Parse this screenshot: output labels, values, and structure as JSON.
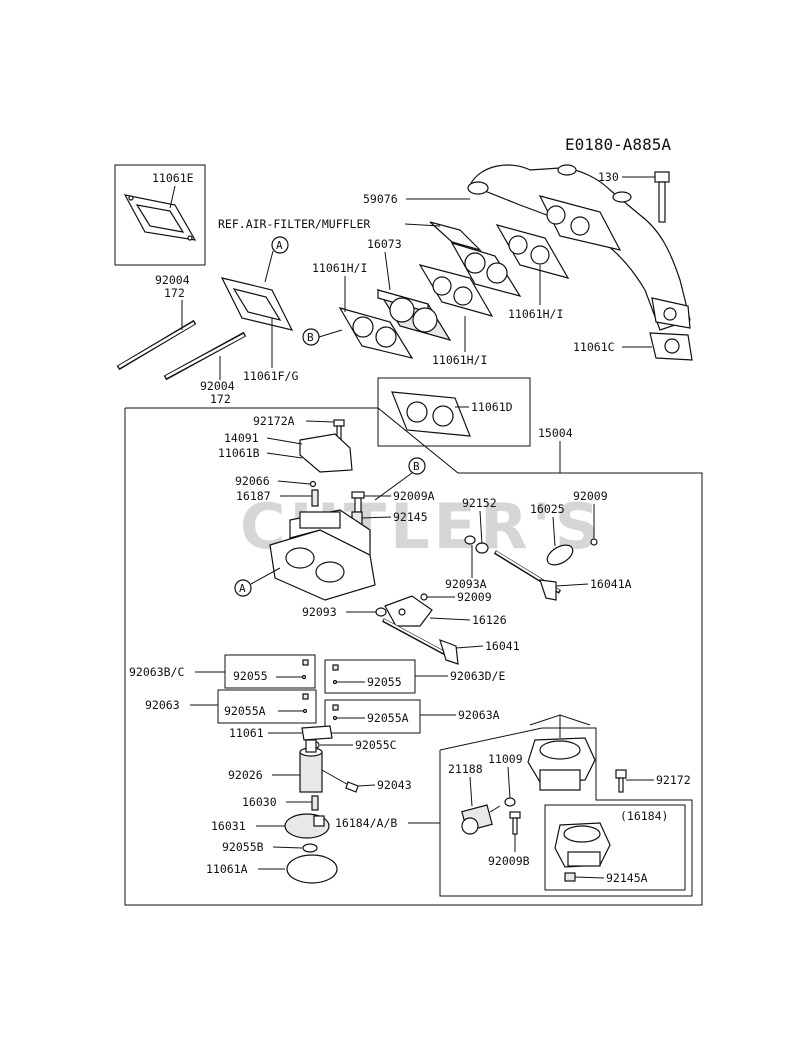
{
  "diagram_code": "E0180-A885A",
  "watermark": "CUTLER'S",
  "callouts": {
    "a": "A",
    "b": "B"
  },
  "labels": {
    "p11061E": "11061E",
    "p92004_a": "92004",
    "p172_a": "172",
    "p92004_b": "92004",
    "p172_b": "172",
    "p11061FG": "11061F/G",
    "p11061HI_a": "11061H/I",
    "p16073": "16073",
    "p59076": "59076",
    "pRef": "REF.AIR-FILTER/MUFFLER",
    "p130": "130",
    "p11061HI_b": "11061H/I",
    "p11061HI_c": "11061H/I",
    "p11061C": "11061C",
    "p11061D": "11061D",
    "p15004": "15004",
    "p92172A": "92172A",
    "p14091": "14091",
    "p11061B": "11061B",
    "p92066": "92066",
    "p16187": "16187",
    "p92009A": "92009A",
    "p92145": "92145",
    "p92152": "92152",
    "p16025": "16025",
    "p92009_a": "92009",
    "p92093A": "92093A",
    "p16041A": "16041A",
    "p92093": "92093",
    "p92009_b": "92009",
    "p16126": "16126",
    "p16041": "16041",
    "p92063BC": "92063B/C",
    "p92055_a": "92055",
    "p92055_b": "92055",
    "p92063DE": "92063D/E",
    "p92063": "92063",
    "p92055A_a": "92055A",
    "p92055A_b": "92055A",
    "p92063A": "92063A",
    "p11061": "11061",
    "p92055C": "92055C",
    "p92026": "92026",
    "p92043": "92043",
    "p16030": "16030",
    "p16031": "16031",
    "p16184AB": "16184/A/B",
    "p92055B": "92055B",
    "p11061A": "11061A",
    "p21188": "21188",
    "p11009": "11009",
    "p92172": "92172",
    "p16184": "(16184)",
    "p92009B": "92009B",
    "p92145A": "92145A"
  }
}
